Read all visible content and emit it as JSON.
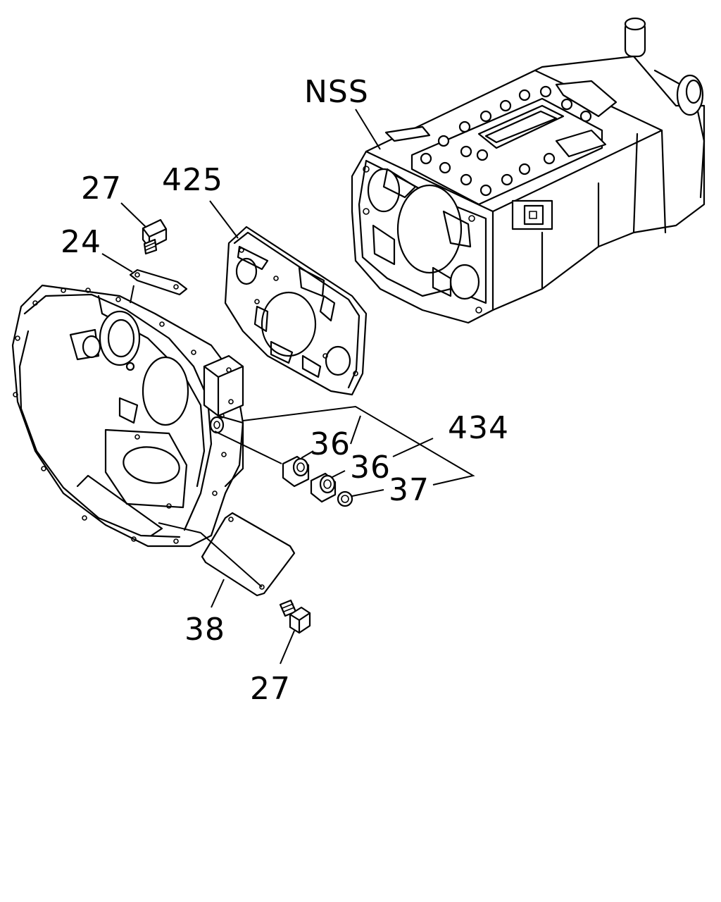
{
  "callouts": {
    "nss": "NSS",
    "c425": "425",
    "c27_top": "27",
    "c24": "24",
    "c434": "434",
    "c36_a": "36",
    "c36_b": "36",
    "c37": "37",
    "c38": "38",
    "c27_bottom": "27"
  }
}
